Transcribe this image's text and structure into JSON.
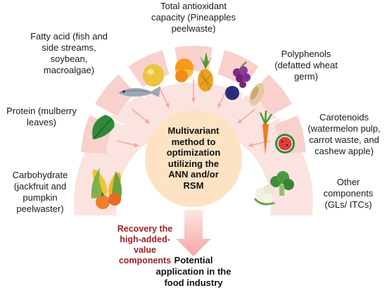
{
  "center": {
    "text": "Multivariant\nmethod to\noptimization\nutilizing  the\nANN and/or\nRSM"
  },
  "segments": [
    {
      "key": "carbohydrate",
      "label": "Carbohydrate\n(jackfruit and\npumpkin\npeelwaster)"
    },
    {
      "key": "protein",
      "label": "Protein (mulberry\nleaves)"
    },
    {
      "key": "fatty_acid",
      "label": "Fatty acid (fish and\nside streams,\nsoybean,\nmacroalgae)"
    },
    {
      "key": "antioxidant",
      "label": "Total antioxidant\ncapacity (Pineapples\npeelwaste)"
    },
    {
      "key": "polyphenols",
      "label": "Polyphenols\n(defatted wheat\ngerm)"
    },
    {
      "key": "carotenoids",
      "label": "Carotenoids\n(watermelon pulp,\ncarrot waste, and\ncashew apple)"
    },
    {
      "key": "other",
      "label": "Other\ncomponents\n(GLs/ ITCs)"
    }
  ],
  "recovery": {
    "text": "Recovery the\nhigh-added-\nvalue\ncomponents"
  },
  "potential": {
    "text": "Potential\napplication in the\nfood industry"
  },
  "colors": {
    "arc_outer": "#fbe3e0",
    "arc_tile": "#f8d1cc",
    "arc_separator": "#ffffff",
    "center_fill": "#fde3c4",
    "arrow": "#f4a9a4",
    "down_arrow": "#f6b2ae",
    "recovery_text": "#a11f23"
  }
}
